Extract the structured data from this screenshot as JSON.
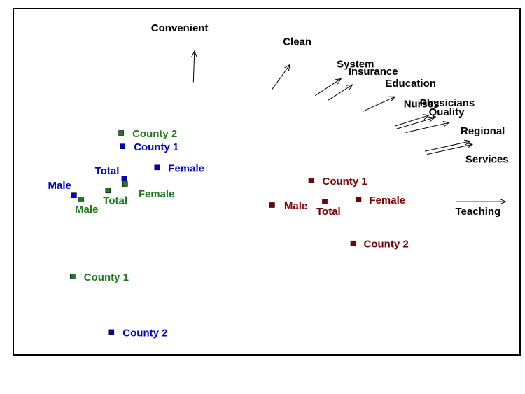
{
  "chart_data": {
    "type": "scatter",
    "title": "",
    "xlabel": "",
    "ylabel": "",
    "xlim": [
      0,
      100
    ],
    "ylim": [
      0,
      100
    ],
    "grid": false,
    "legend": "none",
    "colors": {
      "blue": "#0000cc",
      "green": "#1f7a1f",
      "maroon": "#7a0000",
      "arrow": "#000000"
    },
    "series": [
      {
        "color": "#0000cc",
        "points": [
          {
            "label": "County 2",
            "x": 19.3,
            "y": 6.4
          },
          {
            "label": "County 1",
            "x": 21.5,
            "y": 60.2
          },
          {
            "label": "Female",
            "x": 28.3,
            "y": 54.1
          },
          {
            "label": "Total",
            "x": 21.8,
            "y": 50.9
          },
          {
            "label": "Male",
            "x": 11.9,
            "y": 46.0
          }
        ]
      },
      {
        "color": "#1f7a1f",
        "points": [
          {
            "label": "County 2",
            "x": 21.2,
            "y": 64.1
          },
          {
            "label": "Female",
            "x": 22.0,
            "y": 49.3
          },
          {
            "label": "Total",
            "x": 18.6,
            "y": 47.4
          },
          {
            "label": "Male",
            "x": 13.3,
            "y": 44.8
          },
          {
            "label": "County 1",
            "x": 11.6,
            "y": 22.5
          }
        ]
      },
      {
        "color": "#7a0000",
        "points": [
          {
            "label": "County 1",
            "x": 58.8,
            "y": 50.3
          },
          {
            "label": "Female",
            "x": 68.2,
            "y": 44.8
          },
          {
            "label": "Total",
            "x": 61.5,
            "y": 44.2
          },
          {
            "label": "Male",
            "x": 51.1,
            "y": 43.2
          },
          {
            "label": "County 2",
            "x": 67.1,
            "y": 32.1
          }
        ]
      }
    ],
    "vectors": [
      {
        "label": "Convenient",
        "x0": 35.5,
        "y0": 78.8,
        "x1": 35.7,
        "y1": 87.8
      },
      {
        "label": "Clean",
        "x0": 51.1,
        "y0": 76.8,
        "x1": 54.6,
        "y1": 83.9
      },
      {
        "label": "System",
        "x0": 59.6,
        "y0": 74.9,
        "x1": 64.7,
        "y1": 79.8
      },
      {
        "label": "Insurance",
        "x0": 62.2,
        "y0": 73.6,
        "x1": 67.0,
        "y1": 78.1
      },
      {
        "label": "Education",
        "x0": 69.0,
        "y0": 70.3,
        "x1": 75.4,
        "y1": 74.6
      },
      {
        "label": "Physicians",
        "x0": 75.4,
        "y0": 66.1,
        "x1": 82.1,
        "y1": 69.2
      },
      {
        "label": "Nurses",
        "x0": 75.7,
        "y0": 65.3,
        "x1": 83.2,
        "y1": 68.5
      },
      {
        "label": "Quality",
        "x0": 77.5,
        "y0": 64.2,
        "x1": 86.1,
        "y1": 67.1
      },
      {
        "label": "Regional",
        "x0": 81.3,
        "y0": 58.8,
        "x1": 90.3,
        "y1": 61.7
      },
      {
        "label": "Services",
        "x0": 81.7,
        "y0": 57.9,
        "x1": 90.7,
        "y1": 60.8
      },
      {
        "label": "Teaching",
        "x0": 87.4,
        "y0": 44.2,
        "x1": 97.3,
        "y1": 44.2
      }
    ]
  }
}
